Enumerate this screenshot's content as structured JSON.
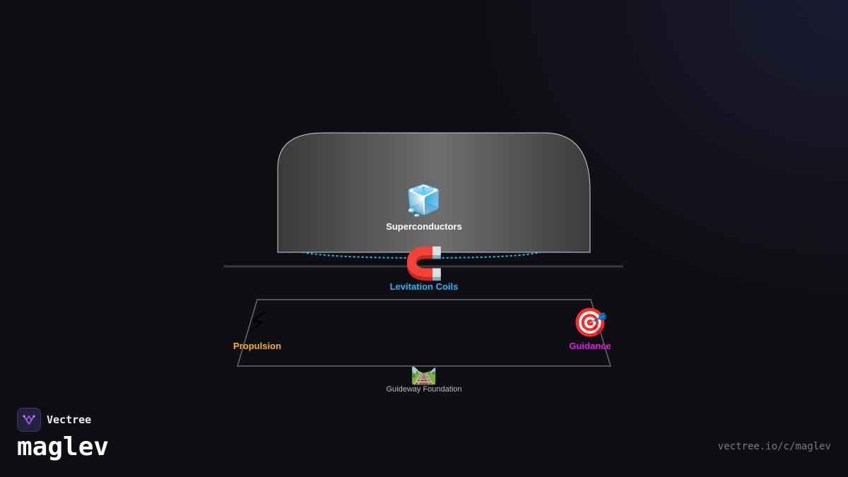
{
  "brand": {
    "name": "Vectree",
    "logo_icon": "vectree-logo-icon"
  },
  "title": "maglev",
  "url": "vectree.io/c/maglev",
  "diagram": {
    "components": [
      {
        "id": "superconductors",
        "label": "Superconductors",
        "icon": "ice-cube-icon",
        "glyph": "🧊",
        "color": "#ffffff"
      },
      {
        "id": "levitation",
        "label": "Levitation Coils",
        "icon": "magnet-icon",
        "glyph": "🧲",
        "color": "#29b6f6"
      },
      {
        "id": "propulsion",
        "label": "Propulsion",
        "icon": "lightning-icon",
        "glyph": "⚡",
        "color": "#f5b21b"
      },
      {
        "id": "guidance",
        "label": "Guidance",
        "icon": "target-icon",
        "glyph": "🎯",
        "color": "#e619e6"
      },
      {
        "id": "foundation",
        "label": "Guideway Foundation",
        "icon": "railway-track-icon",
        "glyph": "🛤️",
        "color": "#bdbdbd"
      }
    ],
    "colors": {
      "field_line": "#29b6f6",
      "vehicle_outline": "#d0d0d0",
      "guideway_outline": "#6a6a6a",
      "rail": "#3a3a3a"
    }
  }
}
